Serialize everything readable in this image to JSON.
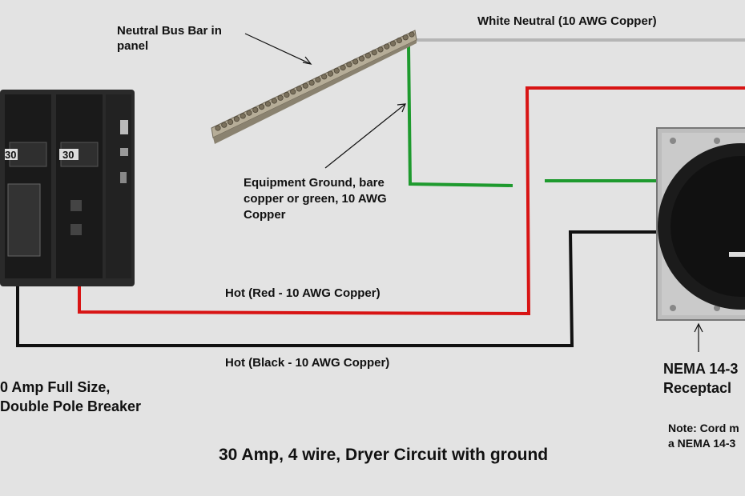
{
  "labels": {
    "neutral_bus_line1": "Neutral Bus Bar in",
    "neutral_bus_line2": "panel",
    "white_neutral": "White Neutral (10 AWG Copper)",
    "ground_line1": "Equipment Ground, bare",
    "ground_line2": "copper or green, 10 AWG",
    "ground_line3": "Copper",
    "hot_red": "Hot (Red - 10 AWG Copper)",
    "hot_black": "Hot (Black - 10 AWG Copper)",
    "breaker_line1": "0 Amp Full Size,",
    "breaker_line2": "Double Pole Breaker",
    "nema_line1": "NEMA 14-3",
    "nema_line2": "Receptacl",
    "note_line1": "Note: Cord m",
    "note_line2": "a NEMA 14-3",
    "caption": "30 Amp, 4 wire, Dryer Circuit with ground"
  },
  "breaker_markings": [
    "30",
    "30"
  ],
  "colors": {
    "background": "#e3e3e3",
    "neutral_wire": "#b5b5b5",
    "hot_red_wire": "#d81414",
    "hot_black_wire": "#111111",
    "ground_wire": "#1e9a2e",
    "text": "#111111"
  }
}
